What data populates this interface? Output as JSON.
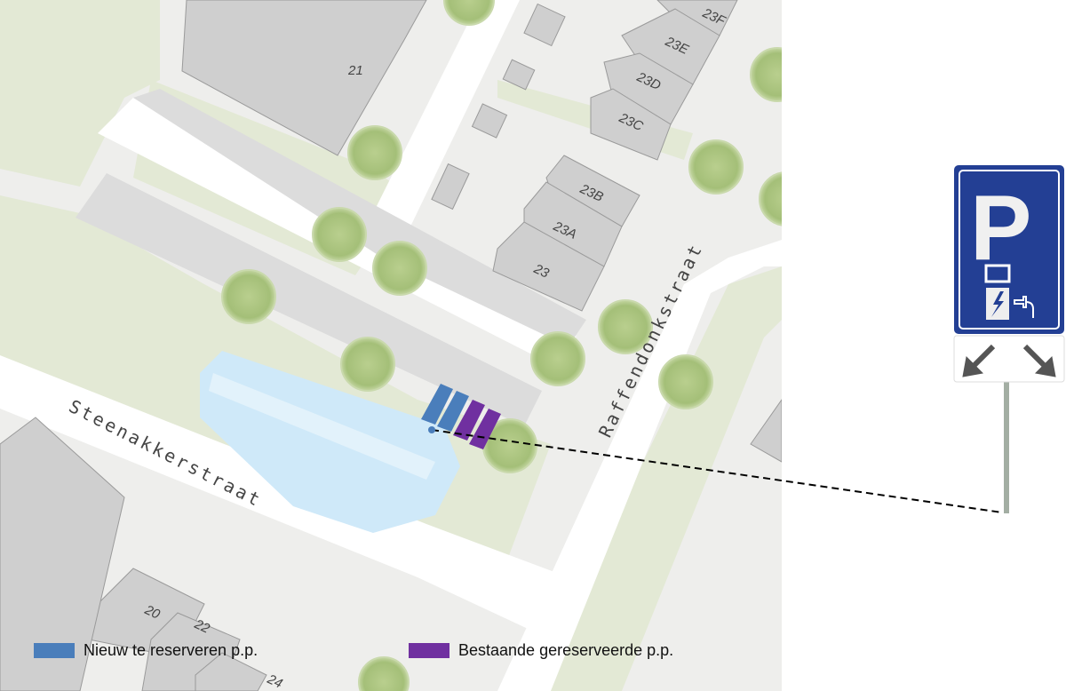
{
  "streets": {
    "steenakker": "Steenakkerstraat",
    "raffendonk": "Raffendonkstraat"
  },
  "buildings": [
    "21",
    "23F",
    "23E",
    "23D",
    "23C",
    "23B",
    "23A",
    "23",
    "20",
    "22",
    "24"
  ],
  "legend": [
    {
      "label": "Nieuw te reserveren p.p.",
      "color": "#4a7ebb"
    },
    {
      "label": "Bestaande gereserveerde p.p.",
      "color": "#7030a0"
    }
  ],
  "sign": {
    "letter": "P",
    "color": "#233f94"
  }
}
